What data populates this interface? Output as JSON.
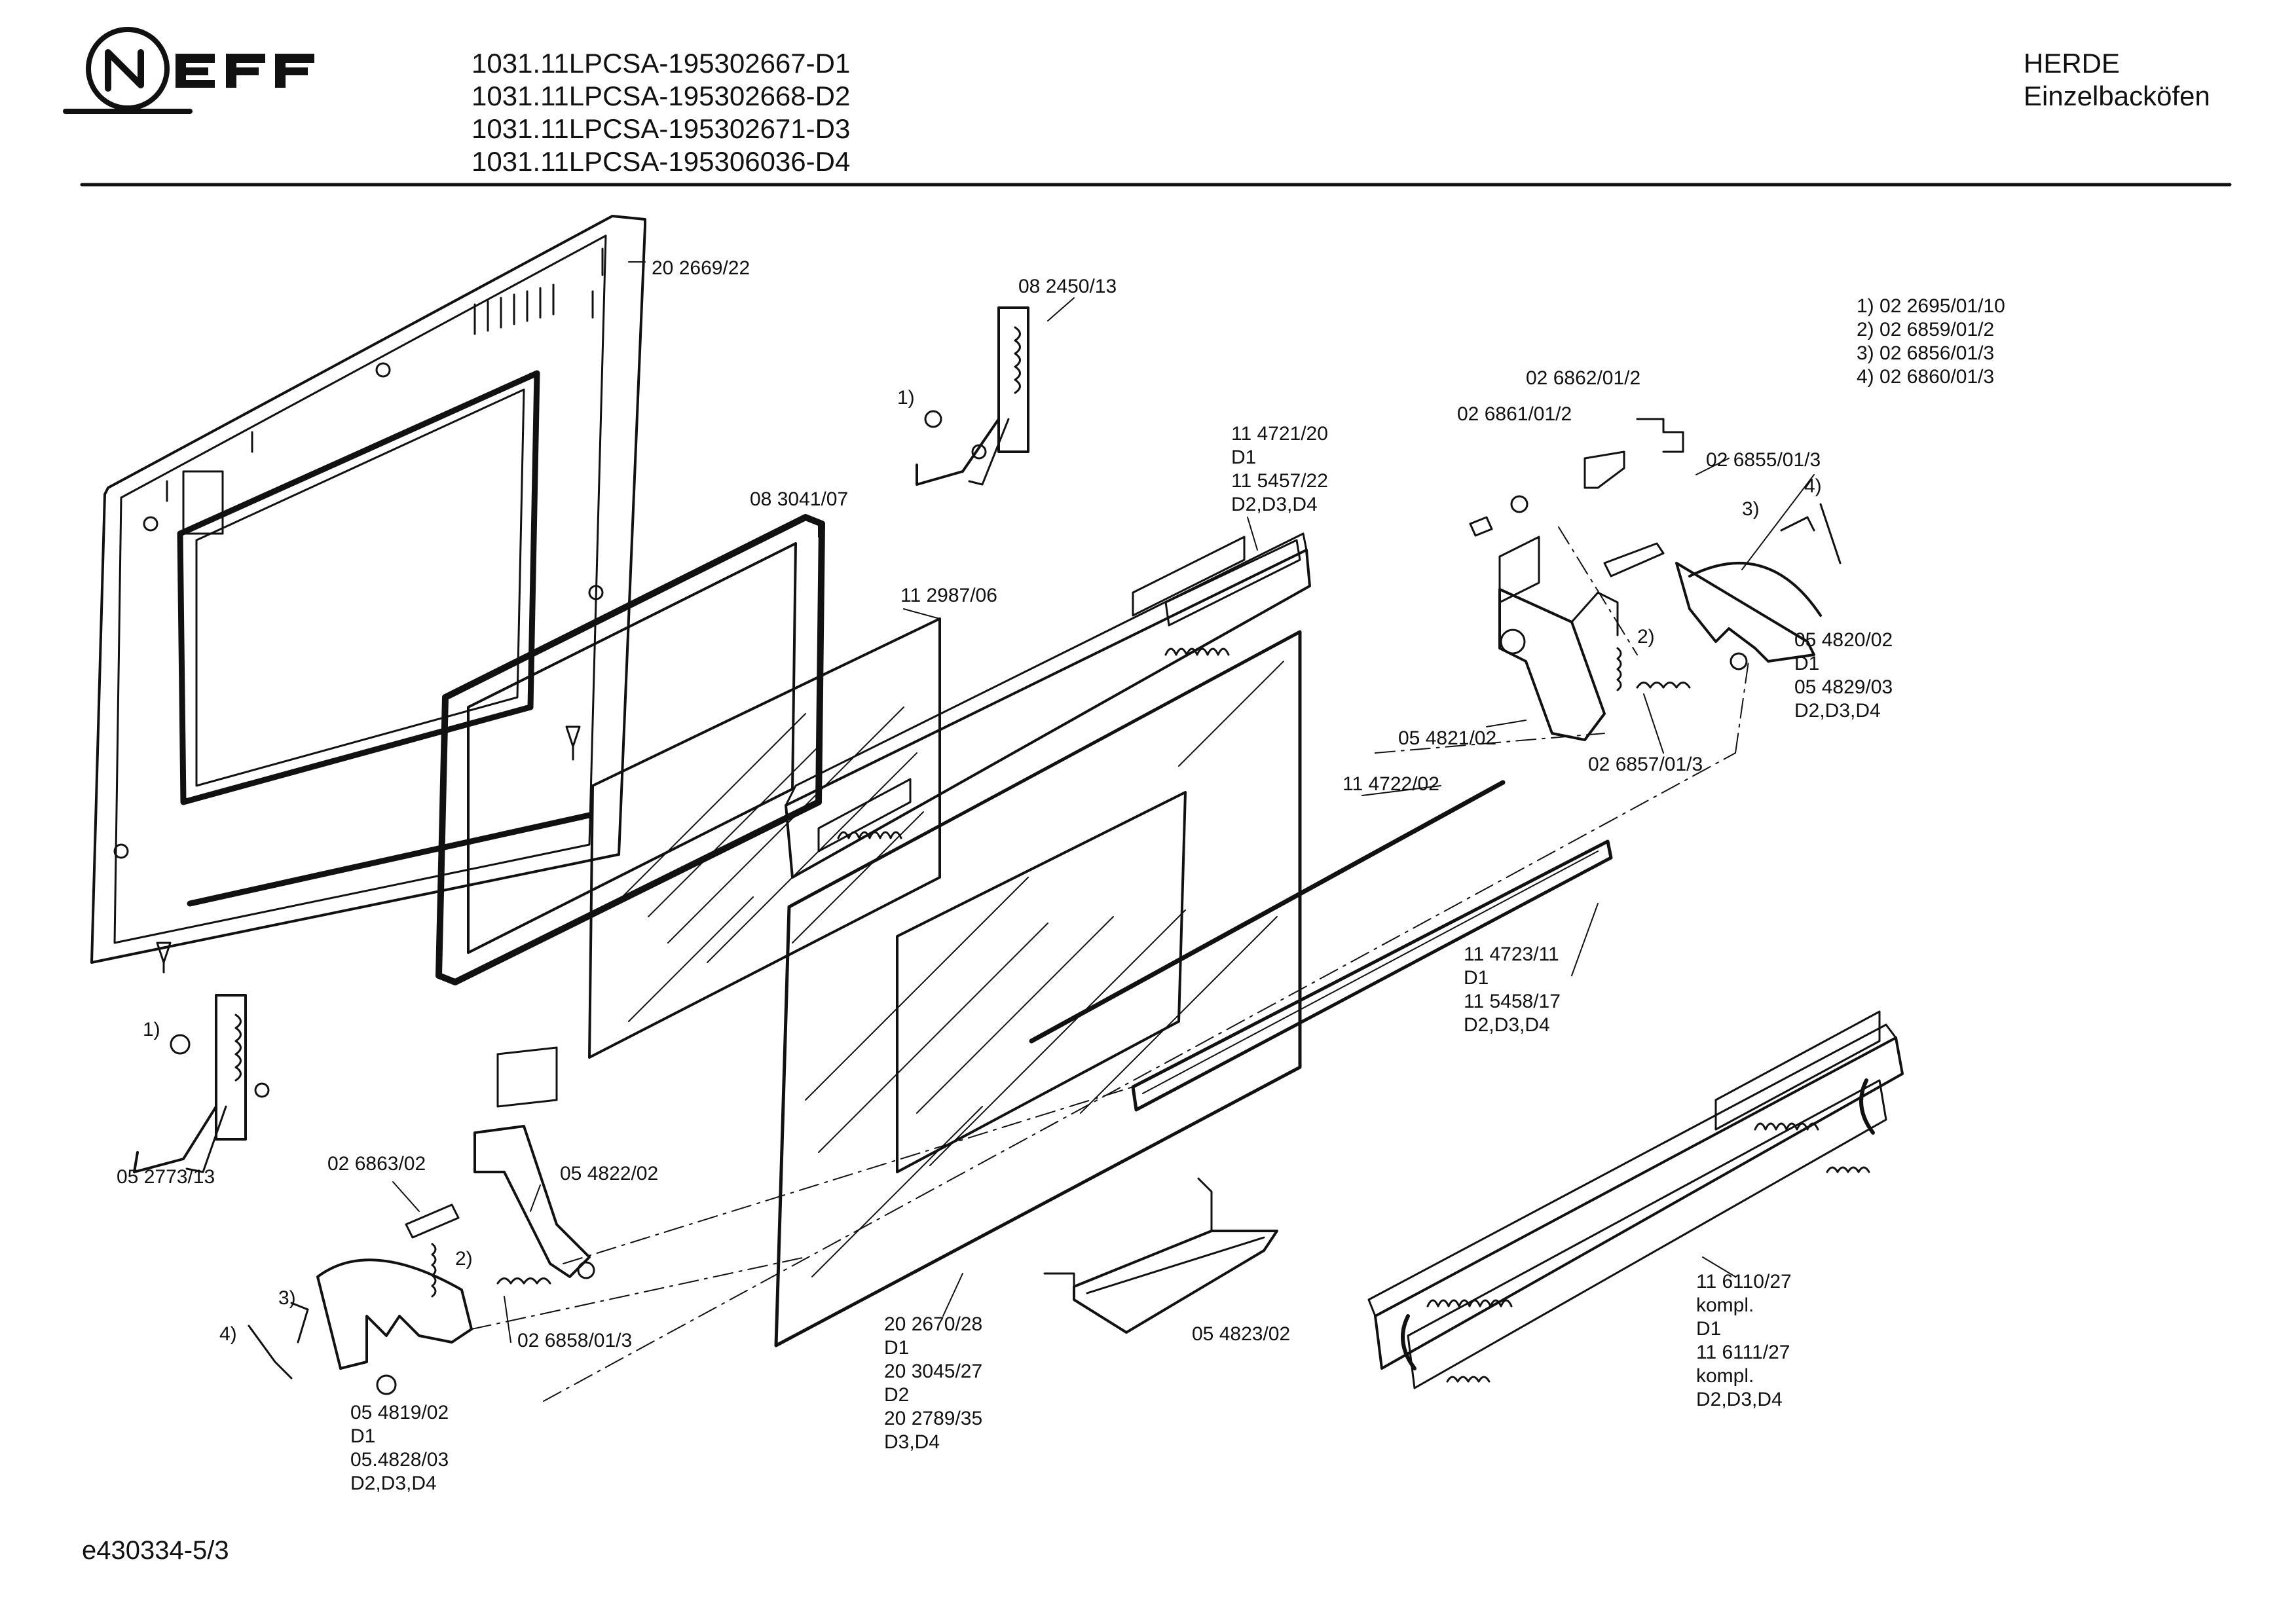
{
  "header": {
    "brand": "NEFF",
    "models": [
      "1031.11LPCSA-195302667-D1",
      "1031.11LPCSA-195302668-D2",
      "1031.11LPCSA-195302671-D3",
      "1031.11LPCSA-195306036-D4"
    ],
    "category_line1": "HERDE",
    "category_line2": "Einzelbacköfen"
  },
  "footnotes": [
    "1) 02 2695/01/10",
    "2) 02 6859/01/2",
    "3) 02 6856/01/3",
    "4) 02 6860/01/3"
  ],
  "parts": {
    "back_panel": "20 2669/22",
    "hinge_top": "08 2450/13",
    "seal_frame": "08 3041/07",
    "glass_inner": "11 2987/06",
    "trim_top": [
      "11 4721/20",
      "D1",
      "11 5457/22",
      "D2,D3,D4"
    ],
    "bolt_top": "02 6862/01/2",
    "pin_top": "02 6861/01/2",
    "spring_pin_right": "02 6855/01/3",
    "ref_3_right": "3)",
    "ref_4_right": "4)",
    "ref_2_right": "2)",
    "hinge_cam_right": [
      "05 4820/02",
      "D1",
      "05 4829/03",
      "D2,D3,D4"
    ],
    "hinge_plate_right": "05 4821/02",
    "spring_right": "02 6857/01/3",
    "rod": "11 4722/02",
    "handle": [
      "11 4723/11",
      "D1",
      "11 5458/17",
      "D2,D3,D4"
    ],
    "ref_1_top": "1)",
    "ref_1_left": "1)",
    "hinge_left": "05 2773/13",
    "pin_left": "02 6863/02",
    "hinge_plate_left": "05 4822/02",
    "ref_2_left": "2)",
    "ref_3_left": "3)",
    "ref_4_left": "4)",
    "spring_left": "02 6858/01/3",
    "hinge_cam_left": [
      "05 4819/02",
      "D1",
      "05.4828/03",
      "D2,D3,D4"
    ],
    "outer_glass": [
      "20 2670/28",
      "D1",
      "20 3045/27",
      "D2",
      "20 2789/35",
      "D3,D4"
    ],
    "bracket": "05 4823/02",
    "trim_bottom": [
      "11 6110/27",
      "kompl.",
      "D1",
      "11 6111/27",
      "kompl.",
      "D2,D3,D4"
    ]
  },
  "footer": {
    "code": "e430334-5/3"
  }
}
